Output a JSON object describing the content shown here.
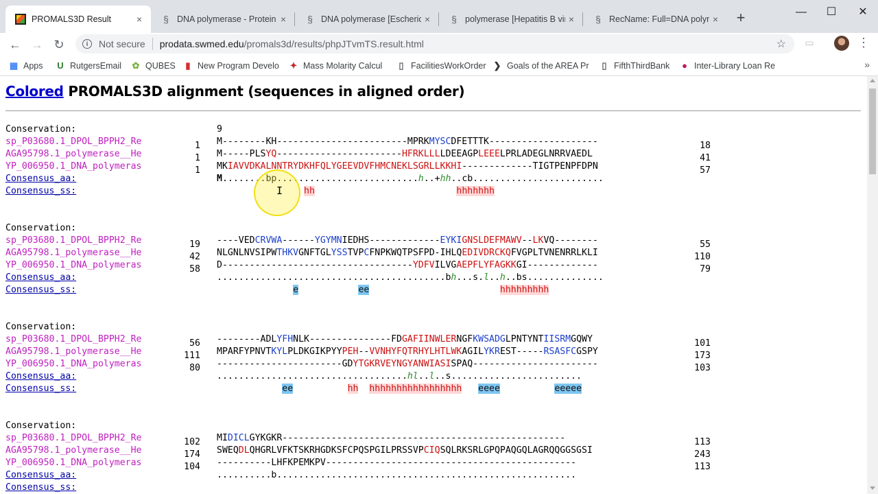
{
  "browser": {
    "tabs": [
      {
        "title": "PROMALS3D Result",
        "active": true,
        "icon": "promals-icon"
      },
      {
        "title": "DNA polymerase - Protein -",
        "active": false,
        "icon": "ncbi-icon"
      },
      {
        "title": "DNA polymerase [Escherich",
        "active": false,
        "icon": "ncbi-icon"
      },
      {
        "title": "polymerase [Hepatitis B viru",
        "active": false,
        "icon": "ncbi-icon"
      },
      {
        "title": "RecName: Full=DNA polym",
        "active": false,
        "icon": "ncbi-icon"
      }
    ],
    "close_glyph": "×",
    "new_tab_glyph": "+",
    "security_label": "Not secure",
    "url_host": "prodata.swmed.edu",
    "url_path": "/promals3d/results/phpJTvmTS.result.html",
    "bookmarks": [
      {
        "label": "Apps",
        "icon": "apps-grid-icon",
        "color": "#4285f4"
      },
      {
        "label": "RutgersEmail",
        "icon": "rutgers-email-icon",
        "color": "#2e7d32"
      },
      {
        "label": "QUBES",
        "icon": "qubes-icon",
        "color": "#7cb342"
      },
      {
        "label": "New Program Develo",
        "icon": "new-program-icon",
        "color": "#d32f2f"
      },
      {
        "label": "Mass Molarity Calcul",
        "icon": "molarity-icon",
        "color": "#c62828"
      },
      {
        "label": "FacilitiesWorkOrder",
        "icon": "page-icon",
        "color": "#5f6368"
      },
      {
        "label": "Goals of the AREA Pr",
        "icon": "goals-icon",
        "color": "#333333"
      },
      {
        "label": "FifthThirdBank",
        "icon": "page-icon",
        "color": "#5f6368"
      },
      {
        "label": "Inter-Library Loan Re",
        "icon": "ill-icon",
        "color": "#c2185b"
      }
    ]
  },
  "page": {
    "heading_link": "Colored",
    "heading_rest": " PROMALS3D alignment (sequences in aligned order)",
    "blocks": [
      {
        "conservation": "9",
        "rows": [
          {
            "label": "sp_P03680.1_DPOL_BPPH2_Re",
            "start": "1",
            "end": "18",
            "segs": [
              [
                "M--------KH------------------------MPRK",
                ""
              ],
              [
                "MYSC",
                "b"
              ],
              [
                "DFETTTK--------------------",
                ""
              ]
            ]
          },
          {
            "label": "AGA95798.1_polymerase__He",
            "start": "1",
            "end": "41",
            "segs": [
              [
                "M-----PLS",
                ""
              ],
              [
                "YQ",
                "r"
              ],
              [
                "-----------------------",
                ""
              ],
              [
                "HFRKLLL",
                "r"
              ],
              [
                "LDEEAGP",
                ""
              ],
              [
                "LEEE",
                "r"
              ],
              [
                "LPRLADEGLNRRVAEDL",
                ""
              ]
            ]
          },
          {
            "label": "YP_006950.1_DNA_polymeras",
            "start": "1",
            "end": "57",
            "segs": [
              [
                "MK",
                ""
              ],
              [
                "IAVVDKALNNTRYDKHFQLYGEEVDVFHMCNEKLSGRLLKKHI",
                "r"
              ],
              [
                "-------------TIGTPENPFDPN",
                ""
              ]
            ]
          }
        ],
        "cons_aa": [
          [
            "M",
            "bold"
          ],
          [
            "........bp..........................",
            ""
          ],
          [
            "h",
            "it"
          ],
          [
            "..+",
            ""
          ],
          [
            "hh",
            "it"
          ],
          [
            "..cb........................",
            ""
          ]
        ],
        "cons_ss": [
          [
            "                ",
            ""
          ],
          [
            "hh",
            "h"
          ],
          [
            "                          ",
            ""
          ],
          [
            "hhhhhhh",
            "h"
          ]
        ]
      },
      {
        "conservation": "",
        "rows": [
          {
            "label": "sp_P03680.1_DPOL_BPPH2_Re",
            "start": "19",
            "end": "55",
            "segs": [
              [
                "----VED",
                ""
              ],
              [
                "CRVWA",
                "b"
              ],
              [
                "------",
                ""
              ],
              [
                "YGYMN",
                "b"
              ],
              [
                "IEDHS-------------",
                ""
              ],
              [
                "EYKI",
                "b"
              ],
              [
                "GNSLDEFMAWV",
                "r"
              ],
              [
                "--",
                ""
              ],
              [
                "LK",
                "r"
              ],
              [
                "VQ--------",
                ""
              ]
            ]
          },
          {
            "label": "AGA95798.1_polymerase__He",
            "start": "42",
            "end": "110",
            "segs": [
              [
                "NLGNLNVSIPW",
                ""
              ],
              [
                "THKV",
                "b"
              ],
              [
                "GNFTGL",
                ""
              ],
              [
                "YSS",
                "b"
              ],
              [
                "TVP",
                ""
              ],
              [
                "C",
                "b"
              ],
              [
                "FNPKWQTPSFPD-IHLQ",
                ""
              ],
              [
                "EDIVDRCKQ",
                "r"
              ],
              [
                "FVGPLTVNENRRLKLI",
                ""
              ]
            ]
          },
          {
            "label": "YP_006950.1_DNA_polymeras",
            "start": "58",
            "end": "79",
            "segs": [
              [
                "D-----------------------------------",
                ""
              ],
              [
                "YDFV",
                "r"
              ],
              [
                "ILVG",
                ""
              ],
              [
                "AEPFLYFAGKK",
                "r"
              ],
              [
                "GI-------------",
                ""
              ]
            ]
          }
        ],
        "cons_aa": [
          [
            "..........................................b",
            ""
          ],
          [
            "h",
            "it"
          ],
          [
            "...s.",
            ""
          ],
          [
            "l",
            "it"
          ],
          [
            "..",
            ""
          ],
          [
            "h",
            "it"
          ],
          [
            "..bs..............",
            ""
          ]
        ],
        "cons_ss": [
          [
            "              ",
            ""
          ],
          [
            "e",
            "e"
          ],
          [
            "           ",
            ""
          ],
          [
            "ee",
            "e"
          ],
          [
            "                        ",
            ""
          ],
          [
            "hhhhhhhhh",
            "h"
          ]
        ]
      },
      {
        "conservation": "",
        "rows": [
          {
            "label": "sp_P03680.1_DPOL_BPPH2_Re",
            "start": "56",
            "end": "101",
            "segs": [
              [
                "--------ADL",
                ""
              ],
              [
                "YFH",
                "b"
              ],
              [
                "NLK---------------FD",
                ""
              ],
              [
                "GAFIINWLER",
                "r"
              ],
              [
                "NGF",
                ""
              ],
              [
                "KWSADG",
                "b"
              ],
              [
                "LPNTYNT",
                ""
              ],
              [
                "IISRM",
                "b"
              ],
              [
                "GQWY",
                ""
              ]
            ]
          },
          {
            "label": "AGA95798.1_polymerase__He",
            "start": "111",
            "end": "173",
            "segs": [
              [
                "MPARFYPNVT",
                ""
              ],
              [
                "KYL",
                "b"
              ],
              [
                "PLDKGIKPYY",
                ""
              ],
              [
                "PEH",
                "r"
              ],
              [
                "--",
                ""
              ],
              [
                "VVNHYFQTRHYLHTLWK",
                "r"
              ],
              [
                "AGIL",
                ""
              ],
              [
                "YKR",
                "b"
              ],
              [
                "EST-----",
                ""
              ],
              [
                "RSASFC",
                "b"
              ],
              [
                "GSPY",
                ""
              ]
            ]
          },
          {
            "label": "YP_006950.1_DNA_polymeras",
            "start": "80",
            "end": "103",
            "segs": [
              [
                "-----------------------GD",
                ""
              ],
              [
                "YTGKRVEYNGYANWIASI",
                "r"
              ],
              [
                "SPAQ-----------------------",
                ""
              ]
            ]
          }
        ],
        "cons_aa": [
          [
            "...................................",
            ""
          ],
          [
            "hl",
            "it"
          ],
          [
            "..",
            ""
          ],
          [
            "l",
            "it"
          ],
          [
            "..s........................",
            ""
          ]
        ],
        "cons_ss": [
          [
            "            ",
            ""
          ],
          [
            "ee",
            "e"
          ],
          [
            "          ",
            ""
          ],
          [
            "hh",
            "h"
          ],
          [
            "  ",
            ""
          ],
          [
            "hhhhhhhhhhhhhhhhh",
            "h"
          ],
          [
            "   ",
            ""
          ],
          [
            "eeee",
            "e"
          ],
          [
            "          ",
            ""
          ],
          [
            "eeeee",
            "e"
          ]
        ]
      },
      {
        "conservation": "",
        "rows": [
          {
            "label": "sp_P03680.1_DPOL_BPPH2_Re",
            "start": "102",
            "end": "113",
            "segs": [
              [
                "MI",
                ""
              ],
              [
                "DICL",
                "b"
              ],
              [
                "GYKGKR----------------------------------------------------",
                ""
              ]
            ]
          },
          {
            "label": "AGA95798.1_polymerase__He",
            "start": "174",
            "end": "243",
            "segs": [
              [
                "SWEQ",
                ""
              ],
              [
                "DL",
                "r"
              ],
              [
                "QHGRLVFKTSKRHGDKSFCPQSPGILPRSSVP",
                ""
              ],
              [
                "CIQ",
                "r"
              ],
              [
                "SQLRKSRLGPQPAQGQLAGRQQGGSGSI",
                ""
              ]
            ]
          },
          {
            "label": "YP_006950.1_DNA_polymeras",
            "start": "104",
            "end": "113",
            "segs": [
              [
                "----------LHFKPEMKPV----------------------------------------------",
                ""
              ]
            ]
          }
        ],
        "cons_aa": [
          [
            "..........b.......................................................",
            ""
          ]
        ],
        "cons_ss": [
          [
            "",
            ""
          ]
        ]
      }
    ],
    "labels": {
      "conservation": "Conservation:",
      "consensus_aa": "Consensus_aa:",
      "consensus_ss": "Consensus_ss:"
    }
  },
  "window_controls": {
    "minimize": "—",
    "maximize": "☐",
    "close": "✕"
  }
}
